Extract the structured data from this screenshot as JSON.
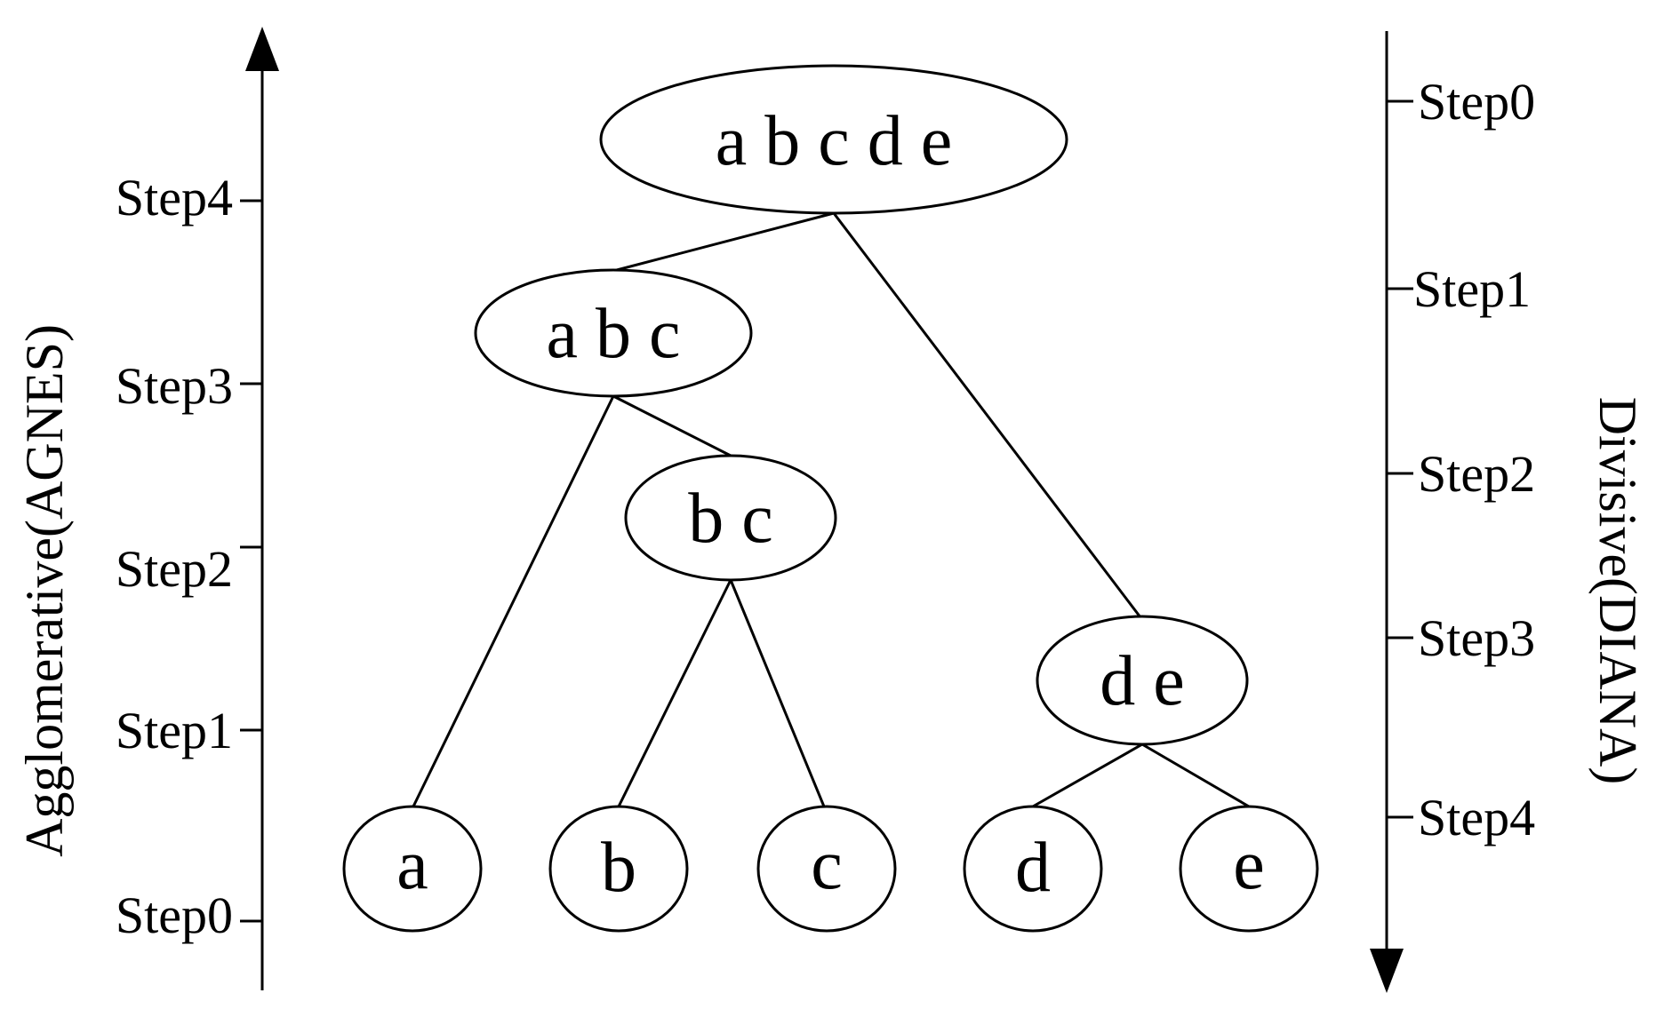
{
  "left_axis": {
    "title": "Agglomerative(AGNES)",
    "steps": [
      "Step0",
      "Step1",
      "Step2",
      "Step3",
      "Step4"
    ]
  },
  "right_axis": {
    "title": "Divisive(DIANA)",
    "steps": [
      "Step0",
      "Step1",
      "Step2",
      "Step3",
      "Step4"
    ]
  },
  "nodes": {
    "abcde": "a b c d e",
    "abc": "a b c",
    "bc": "b c",
    "de": "d e",
    "a": "a",
    "b": "b",
    "c": "c",
    "d": "d",
    "e": "e"
  },
  "edges": [
    [
      "abcde",
      "abc"
    ],
    [
      "abcde",
      "de"
    ],
    [
      "abc",
      "a"
    ],
    [
      "abc",
      "bc"
    ],
    [
      "bc",
      "b"
    ],
    [
      "bc",
      "c"
    ],
    [
      "de",
      "d"
    ],
    [
      "de",
      "e"
    ]
  ],
  "colors": {
    "stroke": "#000000",
    "background": "#ffffff"
  }
}
